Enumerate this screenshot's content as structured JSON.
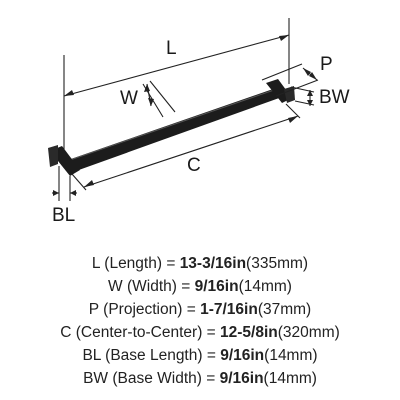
{
  "labels": {
    "length": "L",
    "width": "W",
    "projection": "P",
    "center": "C",
    "base_length": "BL",
    "base_width": "BW"
  },
  "colors": {
    "product": "#1c1c1c",
    "lines": "#222222"
  },
  "specs": [
    {
      "code": "L",
      "desc": "(Length) =",
      "value": "13-3/16in",
      "metric": "(335mm)"
    },
    {
      "code": "W",
      "desc": "(Width) =",
      "value": "9/16in",
      "metric": "(14mm)"
    },
    {
      "code": "P",
      "desc": "(Projection) =",
      "value": "1-7/16in",
      "metric": "(37mm)"
    },
    {
      "code": "C",
      "desc": "(Center-to-Center) =",
      "value": "12-5/8in",
      "metric": "(320mm)"
    },
    {
      "code": "BL",
      "desc": "(Base Length) =",
      "value": "9/16in",
      "metric": "(14mm)"
    },
    {
      "code": "BW",
      "desc": "(Base Width) =",
      "value": "9/16in",
      "metric": "(14mm)"
    }
  ]
}
